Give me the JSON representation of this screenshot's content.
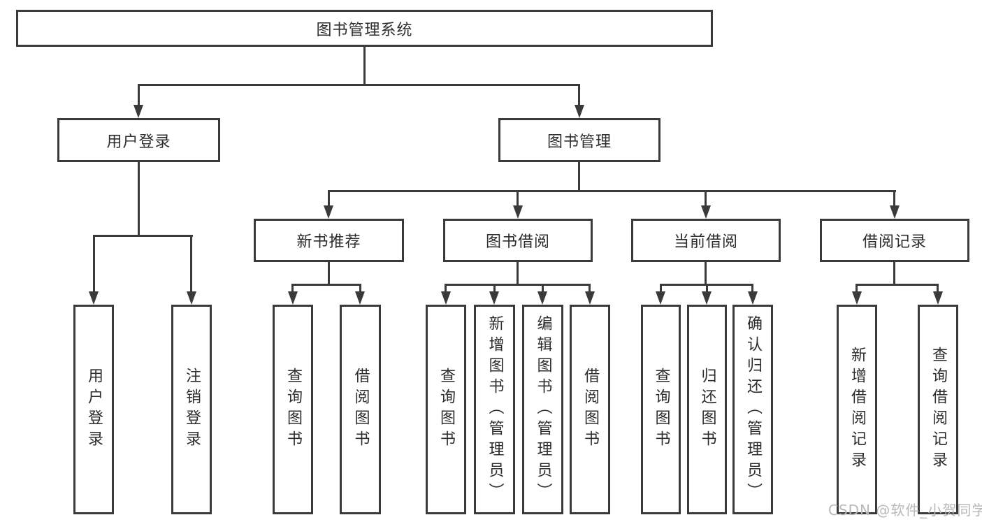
{
  "tree": {
    "label": "图书管理系统",
    "children": [
      {
        "label": "用户登录",
        "children": [
          {
            "label": "用户登录"
          },
          {
            "label": "注销登录"
          }
        ]
      },
      {
        "label": "图书管理",
        "children": [
          {
            "label": "新书推荐",
            "children": [
              {
                "label": "查询图书"
              },
              {
                "label": "借阅图书"
              }
            ]
          },
          {
            "label": "图书借阅",
            "children": [
              {
                "label": "查询图书"
              },
              {
                "label": "新增图书（管理员）"
              },
              {
                "label": "编辑图书（管理员）"
              },
              {
                "label": "借阅图书"
              }
            ]
          },
          {
            "label": "当前借阅",
            "children": [
              {
                "label": "查询图书"
              },
              {
                "label": "归还图书"
              },
              {
                "label": "确认归还（管理员）"
              }
            ]
          },
          {
            "label": "借阅记录",
            "children": [
              {
                "label": "新增借阅记录"
              },
              {
                "label": "查询借阅记录"
              }
            ]
          }
        ]
      }
    ]
  },
  "watermark": {
    "text": "CSDN @软件_小贺同学"
  },
  "colors": {
    "line": "#3a3a3a",
    "text": "#2d2d2d",
    "background": "#ffffff",
    "watermark": "#b8b8b8"
  }
}
